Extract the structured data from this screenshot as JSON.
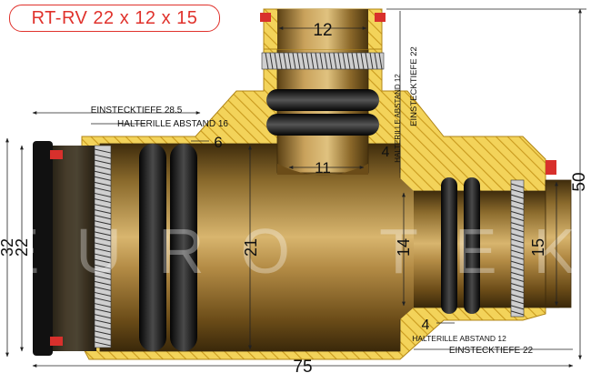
{
  "title": "RT-RV 22 x 12 x 15",
  "watermark": "EURO TEK",
  "dimensions": {
    "top_inner": "12",
    "einstecktiefe_top": "EINSTECKTIEFE 22",
    "halterille_top": "HALTERILLE ABSTAND 12",
    "einstecktiefe_left": "EINSTECKTIEFE  28.5",
    "halterille_left": "HALTERILLE ABSTAND 16",
    "groove_left": "6",
    "branch_bore": "11",
    "groove_top": "4",
    "height_total": "50",
    "left_outer": "32",
    "left_inner": "22",
    "main_bore": "21",
    "reduce_bore": "14",
    "right_outer": "15",
    "groove_right": "4",
    "halterille_right": "HALTERILLE ABSTAND 12",
    "einstecktiefe_right": "EINSTECKTIEFE 22",
    "length_total": "75"
  },
  "colors": {
    "title": "#e0322c",
    "body_yellow": "#f3d35a",
    "hatch": "#c99a1e",
    "brass_dark": "#5a3f12",
    "brass_light": "#d9b46a",
    "seal_red": "#d8302c"
  }
}
